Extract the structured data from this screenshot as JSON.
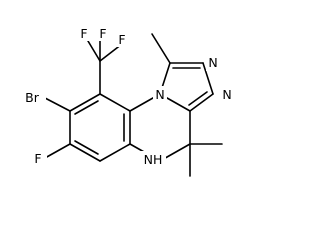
{
  "structure": {
    "atoms": {
      "trifluoromethyl_f_top_left": "F",
      "trifluoromethyl_f_top_right": "F",
      "trifluoromethyl_f_right": "F",
      "bromo": "Br",
      "fluoro": "F",
      "ring_n_upper_right": "N",
      "ring_n_right": "N",
      "ring_n_fused": "N",
      "amine_nh": "NH"
    },
    "colors": {
      "bond": "#000000",
      "label": "#000000",
      "background": "#ffffff"
    }
  }
}
